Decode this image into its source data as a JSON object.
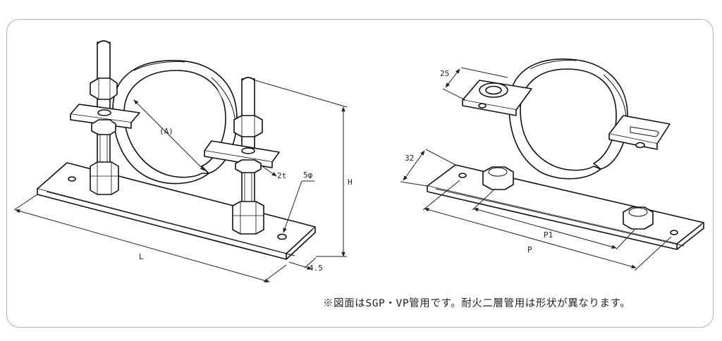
{
  "dimensions": {
    "a": "(A)",
    "t": "2t",
    "hole": "5φ",
    "h": "H",
    "l": "L",
    "thickness": "4.5",
    "clamp_width": "25",
    "plate_width": "32",
    "p1": "P1",
    "p": "P"
  },
  "note": "※図面はSGP・VP管用です。耐火二層管用は形状が異なります。"
}
